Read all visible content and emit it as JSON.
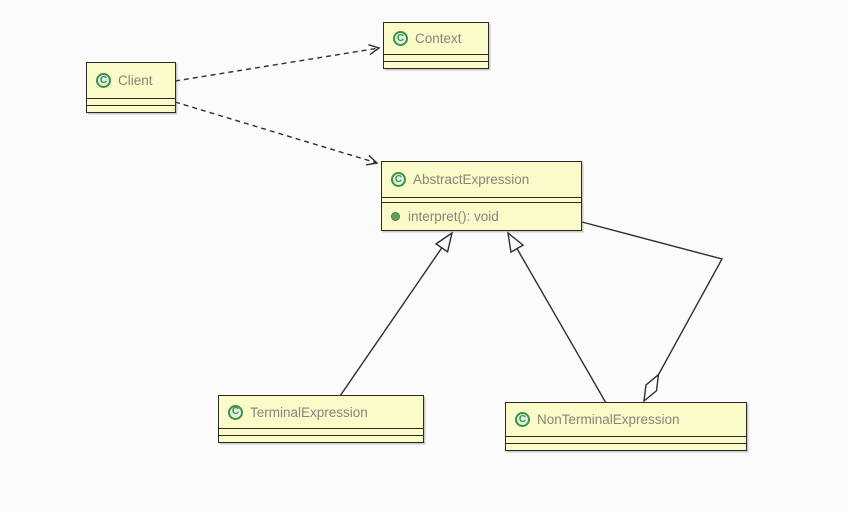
{
  "diagram": {
    "kind": "uml-class-diagram",
    "icon_letter": "C",
    "colors": {
      "background": "#fbfbfb",
      "node_fill": "#fbfbca",
      "node_border": "#2b2b26",
      "name_text": "#85857b",
      "edge": "#2f2f2f",
      "icon_green": "#3e9049",
      "icon_fill": "#e2f1dc",
      "method_dot": "#63a05f"
    },
    "classes": [
      {
        "name": "Client",
        "fields": [],
        "methods": []
      },
      {
        "name": "Context",
        "fields": [],
        "methods": []
      },
      {
        "name": "AbstractExpression",
        "fields": [],
        "methods": [
          {
            "visibility": "public",
            "signature": "interpret(): void"
          }
        ]
      },
      {
        "name": "TerminalExpression",
        "fields": [],
        "methods": []
      },
      {
        "name": "NonTerminalExpression",
        "fields": [],
        "methods": []
      }
    ],
    "relations": [
      {
        "from": "Client",
        "to": "Context",
        "type": "dependency",
        "line": "dashed",
        "arrowhead": "open-arrow"
      },
      {
        "from": "Client",
        "to": "AbstractExpression",
        "type": "dependency",
        "line": "dashed",
        "arrowhead": "open-arrow"
      },
      {
        "from": "TerminalExpression",
        "to": "AbstractExpression",
        "type": "generalization",
        "line": "solid",
        "arrowhead": "hollow-triangle"
      },
      {
        "from": "NonTerminalExpression",
        "to": "AbstractExpression",
        "type": "generalization",
        "line": "solid",
        "arrowhead": "hollow-triangle"
      },
      {
        "from": "AbstractExpression",
        "to": "NonTerminalExpression",
        "type": "aggregation",
        "line": "solid",
        "arrowhead": "hollow-diamond"
      }
    ]
  }
}
